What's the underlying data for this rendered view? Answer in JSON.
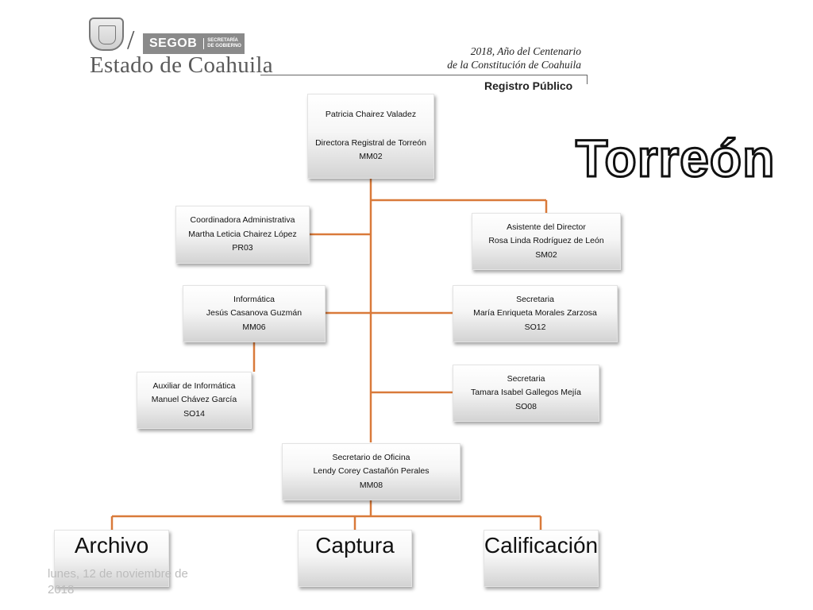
{
  "header": {
    "seal_name": "coahuila-seal",
    "segob_label": "SEGOB",
    "segob_sub_line1": "SECRETARÍA",
    "segob_sub_line2": "DE GOBIERNO",
    "state_name": "Estado de Coahuila",
    "centenario_line1": "2018, Año del Centenario",
    "centenario_line2": "de la Constitución de Coahuila",
    "registro": "Registro Público"
  },
  "title": "Torreón",
  "org": {
    "director": {
      "name": "Patricia Chairez Valadez",
      "role": "Directora Registral  de Torreón",
      "code": "MM02"
    },
    "coord": {
      "role": "Coordinadora Administrativa",
      "name": "Martha Leticia Chairez López",
      "code": "PR03"
    },
    "asistente": {
      "role": "Asistente del Director",
      "name": "Rosa Linda Rodríguez de León",
      "code": "SM02"
    },
    "informatica": {
      "role": "Informática",
      "name": "Jesús Casanova Guzmán",
      "code": "MM06"
    },
    "secretaria1": {
      "role": "Secretaria",
      "name": "María Enriqueta  Morales Zarzosa",
      "code": "SO12"
    },
    "auxiliar": {
      "role": "Auxiliar de Informática",
      "name": "Manuel Chávez García",
      "code": "SO14"
    },
    "secretaria2": {
      "role": "Secretaria",
      "name": "Tamara Isabel  Gallegos Mejía",
      "code": "SO08"
    },
    "secretario_oficina": {
      "role": "Secretario de Oficina",
      "name": "Lendy Corey Castañón Perales",
      "code": "MM08"
    },
    "archivo": "Archivo",
    "captura": "Captura",
    "calificacion": "Calificación"
  },
  "colors": {
    "connector": "#d97a3a"
  },
  "footer": {
    "date": "lunes, 12 de noviembre de 2018"
  }
}
